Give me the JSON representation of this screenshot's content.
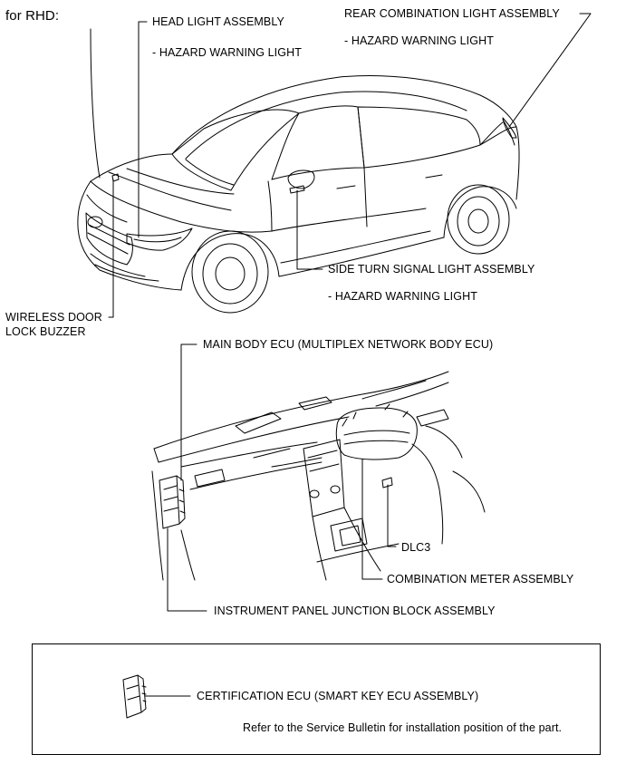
{
  "heading": "for RHD:",
  "labels": {
    "head_light": "HEAD LIGHT ASSEMBLY",
    "head_light_hazard": "- HAZARD WARNING LIGHT",
    "rear_combination": "REAR COMBINATION LIGHT ASSEMBLY",
    "rear_combination_hazard": "- HAZARD WARNING LIGHT",
    "side_turn": "SIDE TURN SIGNAL LIGHT ASSEMBLY",
    "side_turn_hazard": "- HAZARD WARNING LIGHT",
    "wireless_line1": "WIRELESS DOOR",
    "wireless_line2": "LOCK BUZZER",
    "main_body_ecu": "MAIN BODY ECU (MULTIPLEX NETWORK BODY ECU)",
    "dlc3": "DLC3",
    "combination_meter": "COMBINATION METER ASSEMBLY",
    "instrument_panel_jb": "INSTRUMENT PANEL JUNCTION BLOCK ASSEMBLY"
  },
  "note_box": {
    "certification_ecu": "CERTIFICATION ECU (SMART KEY ECU ASSEMBLY)",
    "service_note": "Refer to the Service Bulletin for installation position of the part."
  }
}
